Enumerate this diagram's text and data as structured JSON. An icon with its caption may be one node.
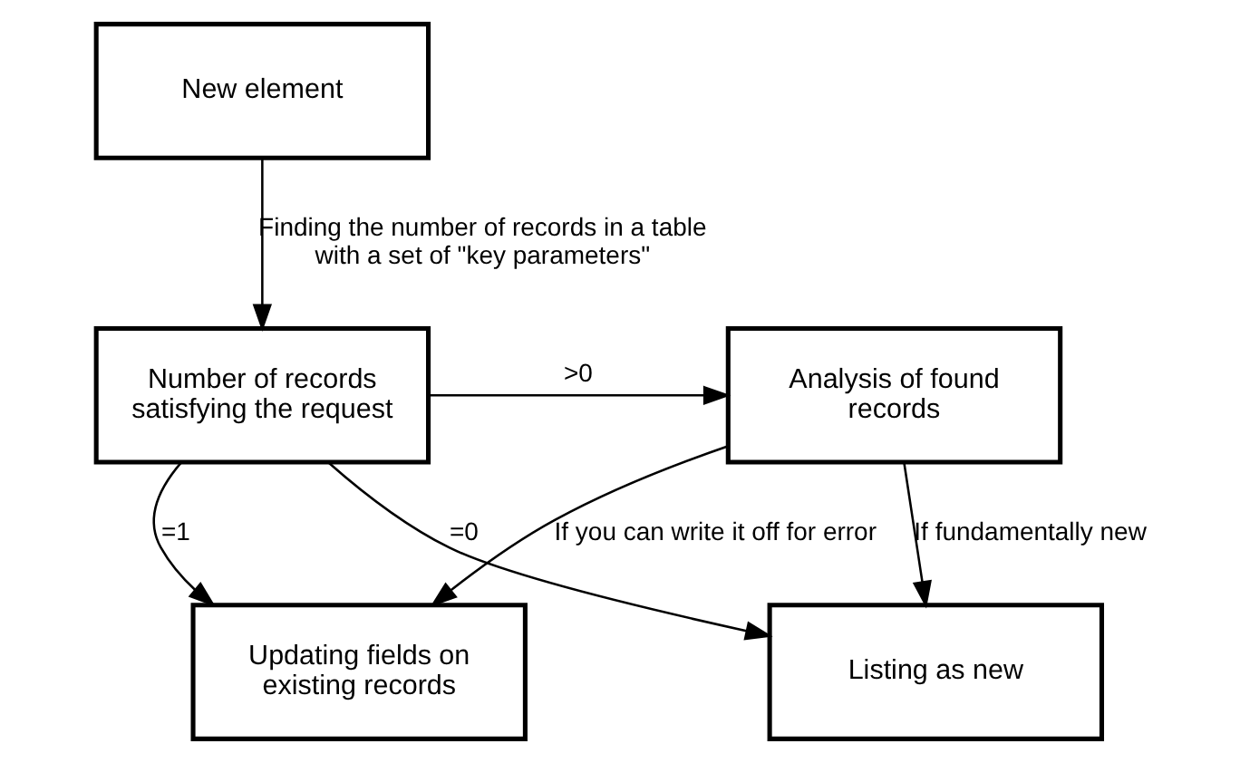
{
  "diagram": {
    "nodes": [
      {
        "text": [
          "New element"
        ]
      },
      {
        "text": [
          "Number of records satisfying the request"
        ]
      },
      {
        "text": [
          "Analysis of found records"
        ]
      },
      {
        "text": [
          "Updating fields on existing records"
        ]
      },
      {
        "text": [
          "Listing as new"
        ]
      }
    ],
    "edges": [
      {
        "from": 0,
        "to": 1,
        "arrow": "to",
        "label": "Finding the number of records in a table with a set of \"key parameters\""
      },
      {
        "from": 1,
        "to": 2,
        "arrow": "to",
        "label": ">0"
      },
      {
        "from": 1,
        "to": 3,
        "arrow": "to",
        "label": "=1"
      },
      {
        "from": 1,
        "to": 4,
        "arrow": "to",
        "label": "=0"
      },
      {
        "from": 2,
        "to": 3,
        "arrow": "to",
        "label": "If you can write it off for error"
      },
      {
        "from": 2,
        "to": 4,
        "arrow": "to",
        "label": "If fundamentally new"
      }
    ]
  }
}
